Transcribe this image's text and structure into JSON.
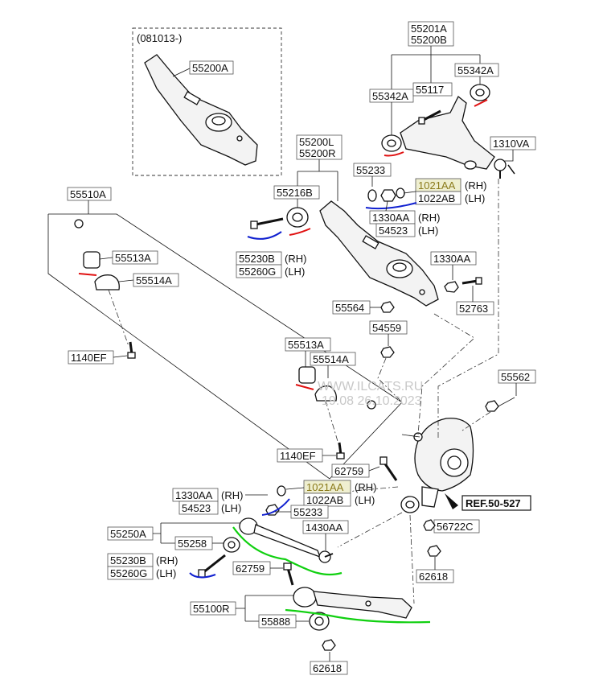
{
  "inset_label": "(081013-)",
  "watermark": {
    "line1": "WWW.ILCATS.RU",
    "line2": "19.08 26.10.2023"
  },
  "labels": {
    "p55200A": "55200A",
    "p55201A": "55201A",
    "p55200B": "55200B",
    "p55342A_r": "55342A",
    "p55117": "55117",
    "p55342A_l": "55342A",
    "p1310VA": "1310VA",
    "p55200L": "55200L",
    "p55200R": "55200R",
    "p55216B": "55216B",
    "p55233_top": "55233",
    "p1021AA_top": "1021AA",
    "rh1": "(RH)",
    "p1022AB_top": "1022AB",
    "lh1": "(LH)",
    "p1330AA_top": "1330AA",
    "rh2": "(RH)",
    "p54523_top": "54523",
    "lh2": "(LH)",
    "p55230B_top": "55230B",
    "rh3": "(RH)",
    "p55260G_top": "55260G",
    "lh3": "(LH)",
    "p1330AA_bolt": "1330AA",
    "p52763": "52763",
    "p55564": "55564",
    "p54559": "54559",
    "p55510A": "55510A",
    "p55513A_1": "55513A",
    "p55514A_1": "55514A",
    "p1140EF_1": "1140EF",
    "p55513A_2": "55513A",
    "p55514A_2": "55514A",
    "p1140EF_2": "1140EF",
    "p55562": "55562",
    "p62759_1": "62759",
    "p1330AA_bot": "1330AA",
    "rh4": "(RH)",
    "p54523_bot": "54523",
    "lh4": "(LH)",
    "p1021AA_bot": "1021AA",
    "rh5": "(RH)",
    "p1022AB_bot": "1022AB",
    "lh5": "(LH)",
    "p55233_bot": "55233",
    "ref": "REF.50-527",
    "p55250A": "55250A",
    "p55258": "55258",
    "p1430AA": "1430AA",
    "p56722C": "56722C",
    "p55230B_bot": "55230B",
    "rh6": "(RH)",
    "p55260G_bot": "55260G",
    "lh6": "(LH)",
    "p62759_2": "62759",
    "p62618_1": "62618",
    "p55100R": "55100R",
    "p55888": "55888",
    "p62618_2": "62618"
  },
  "colors": {
    "red_mark": "#e01010",
    "blue_mark": "#1020d0",
    "green_mark": "#10d010",
    "highlight": "#efefd0"
  }
}
